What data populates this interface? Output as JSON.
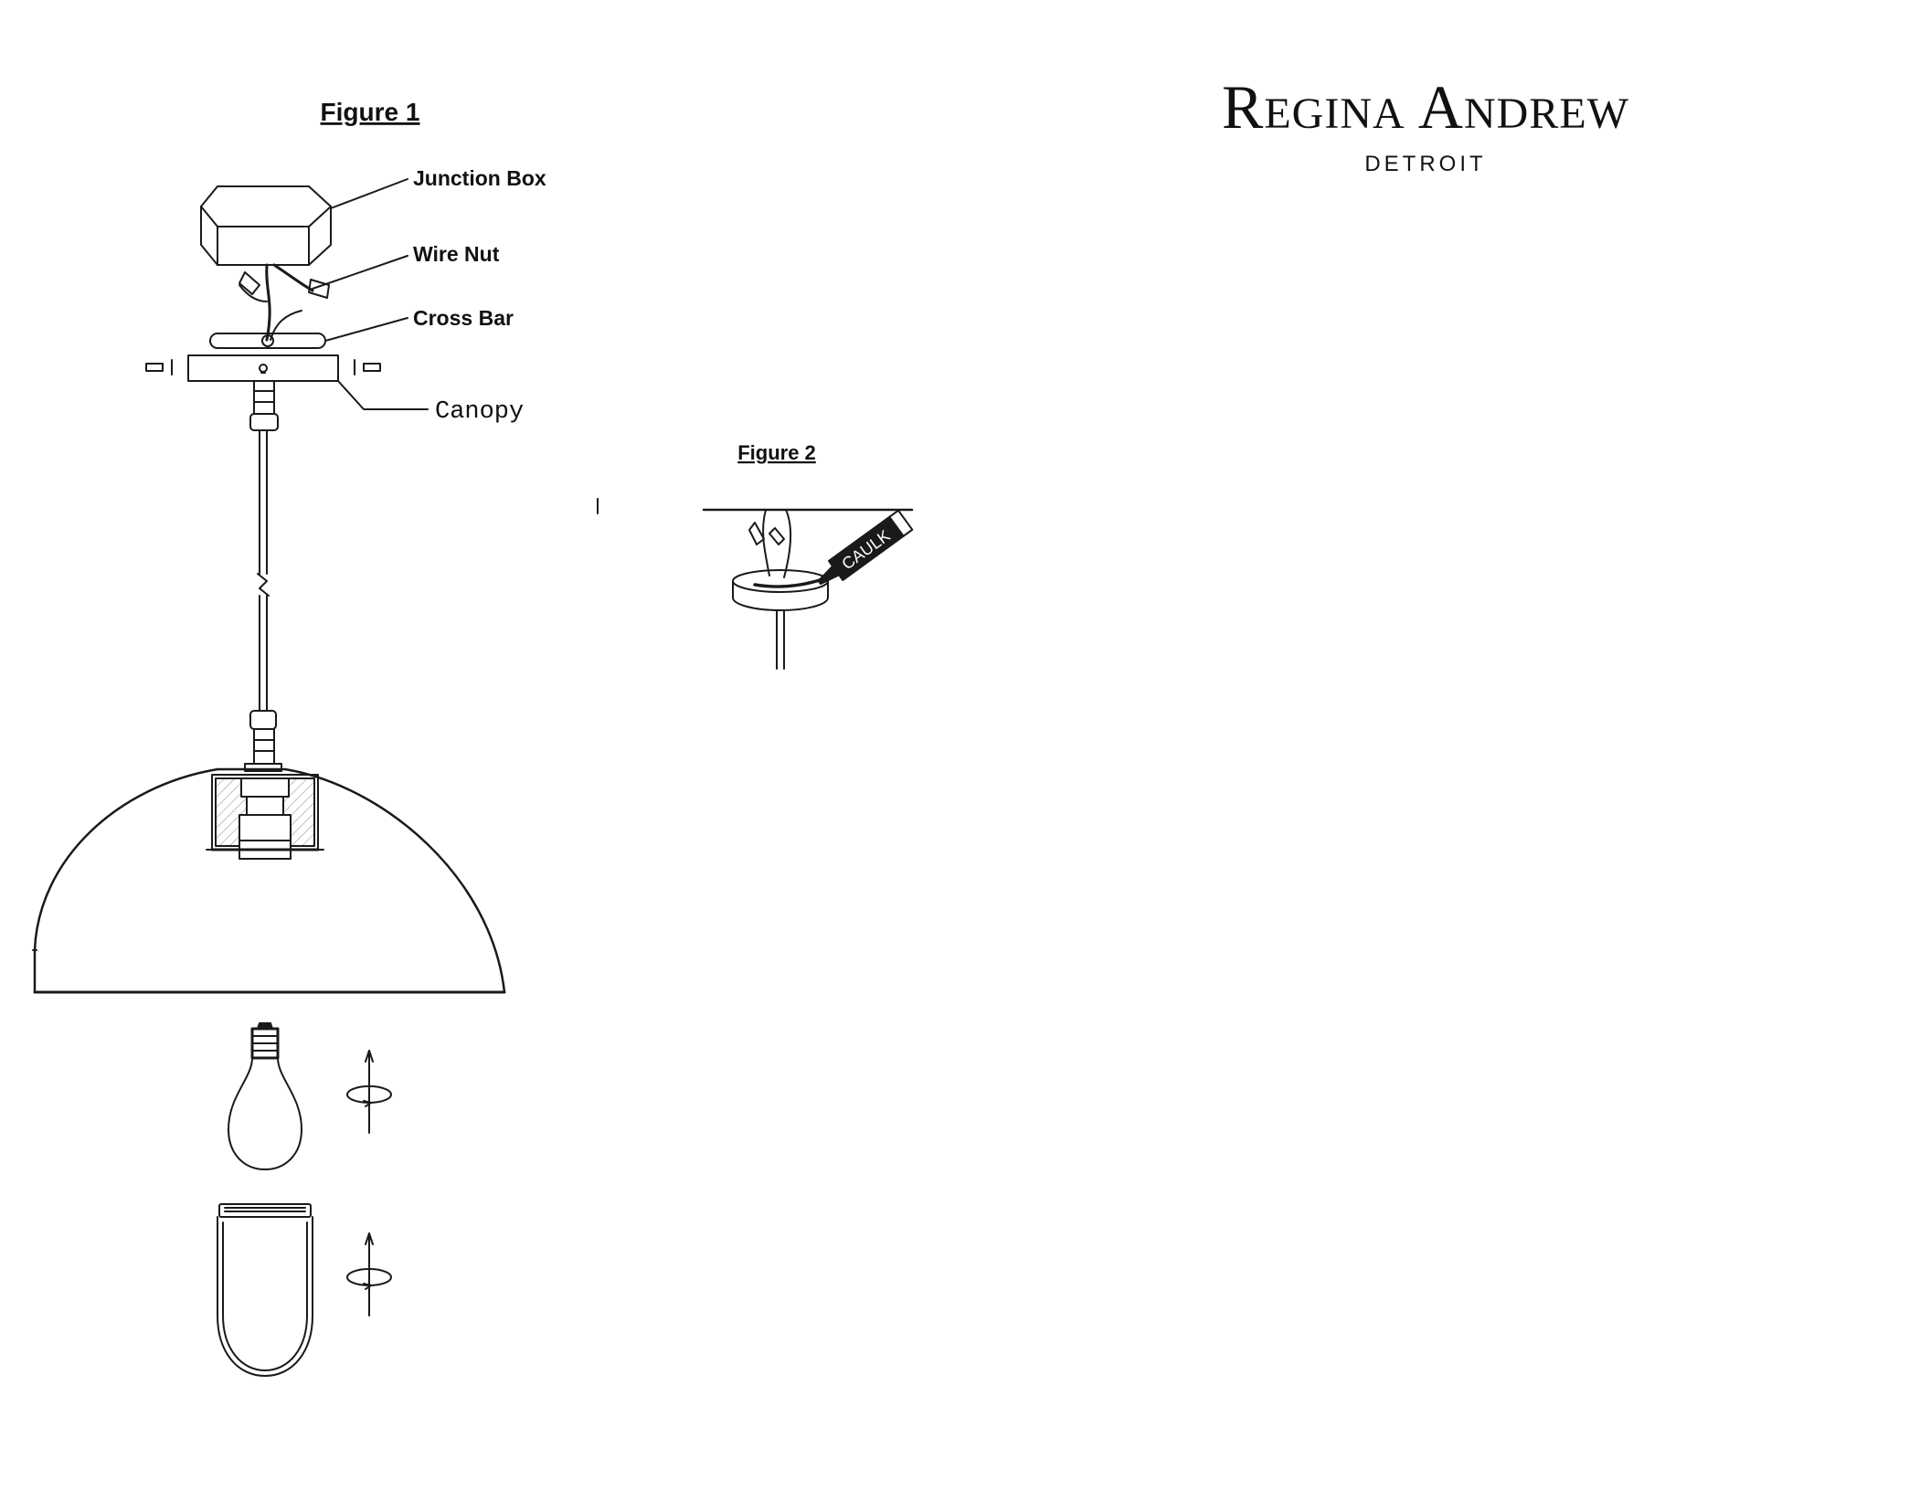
{
  "brand": {
    "name": "Regina Andrew",
    "location": "DETROIT"
  },
  "figure1": {
    "title": "Figure 1",
    "labels": {
      "junction_box": "Junction Box",
      "wire_nut": "Wire Nut",
      "cross_bar": "Cross Bar",
      "canopy": "Canopy"
    }
  },
  "figure2": {
    "title": "Figure 2",
    "caulk_label": "CAULK"
  }
}
